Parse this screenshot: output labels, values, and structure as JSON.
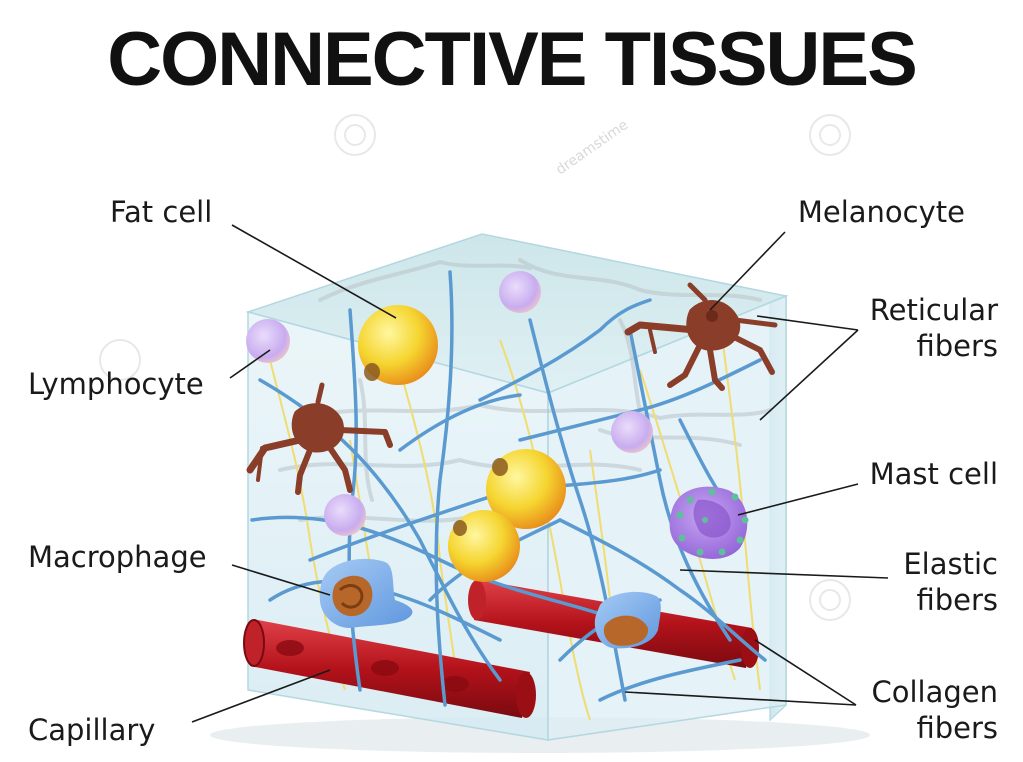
{
  "title": "CONNECTIVE TISSUES",
  "labels": {
    "fat_cell": "Fat cell",
    "lymphocyte": "Lymphocyte",
    "macrophage": "Macrophage",
    "capillary": "Capillary",
    "melanocyte": "Melanocyte",
    "reticular_line1": "Reticular",
    "reticular_line2": "fibers",
    "mast_cell": "Mast cell",
    "elastic_line1": "Elastic",
    "elastic_line2": "fibers",
    "collagen_line1": "Collagen",
    "collagen_line2": "fibers"
  },
  "watermark": "dreamstime",
  "colors": {
    "fiber_blue": "#5a9ad0",
    "elastic_yellow": "#f0dc70",
    "melanocyte_brown": "#8a3e2a",
    "capillary_red": "#b8141c",
    "fat_yellow": "#f3c72a",
    "lymphocyte_lilac": "#d6bdf0",
    "mast_purple": "#a87adf",
    "macrophage_blue": "#7fb2ec"
  }
}
